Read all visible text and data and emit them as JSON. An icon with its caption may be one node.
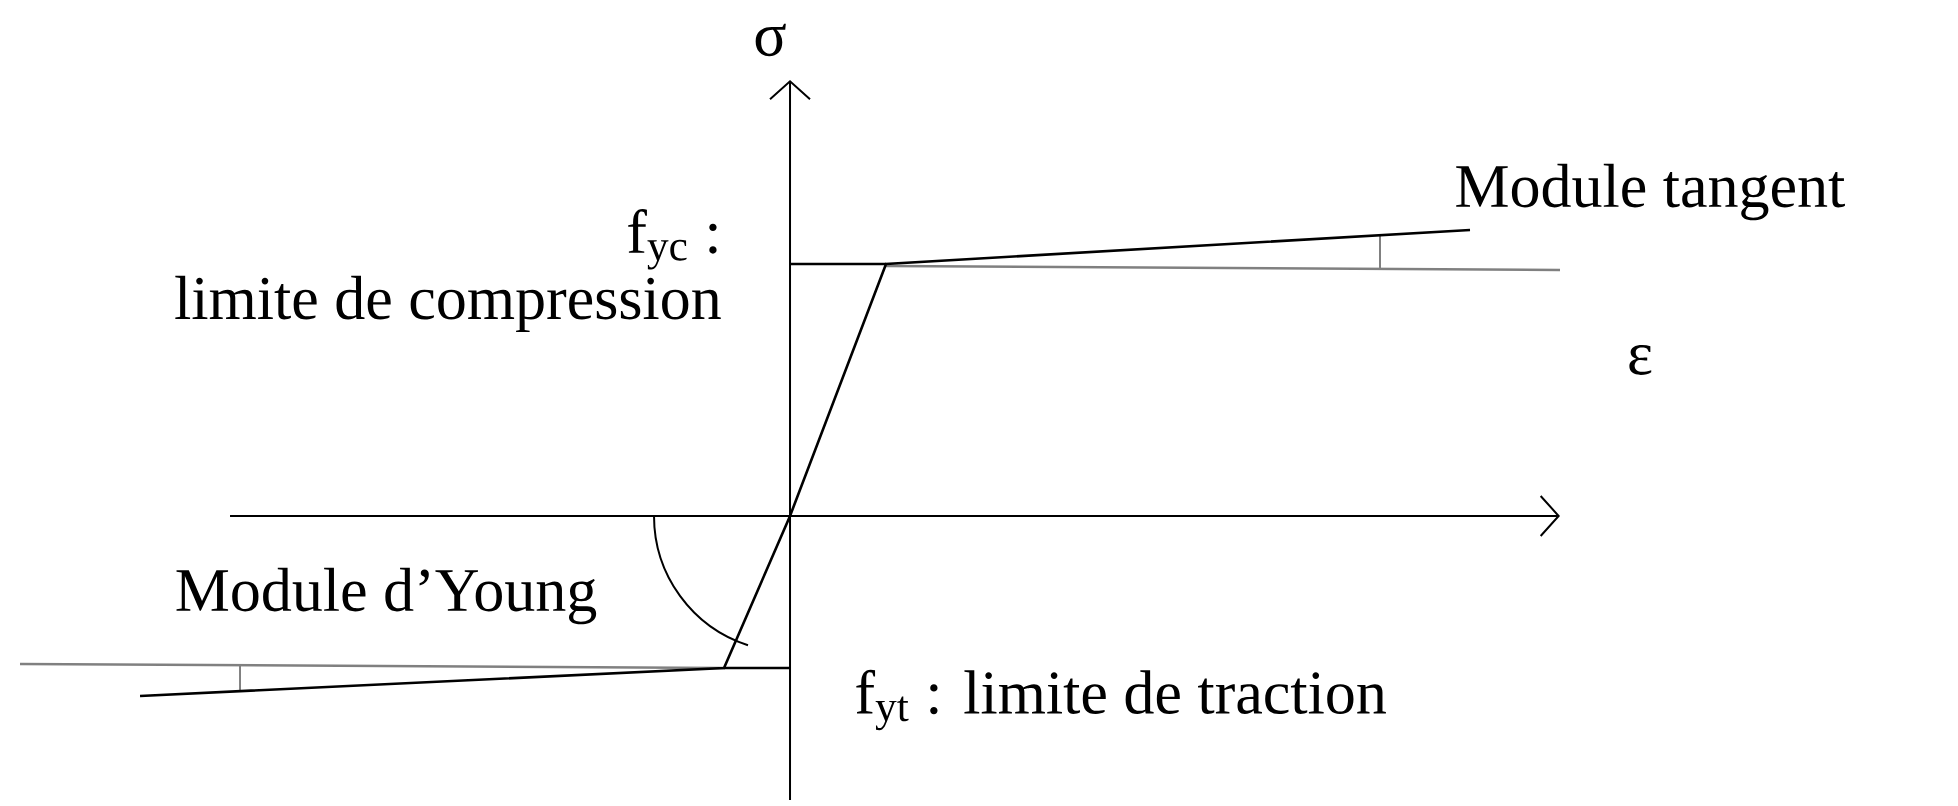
{
  "diagram": {
    "labels": [
      "σ",
      "f$_{yc}$ :",
      "limite de compression",
      "Module tangent",
      "ε",
      "Module d’Young",
      "f$_{yt}$ : limite de traction"
    ]
  }
}
